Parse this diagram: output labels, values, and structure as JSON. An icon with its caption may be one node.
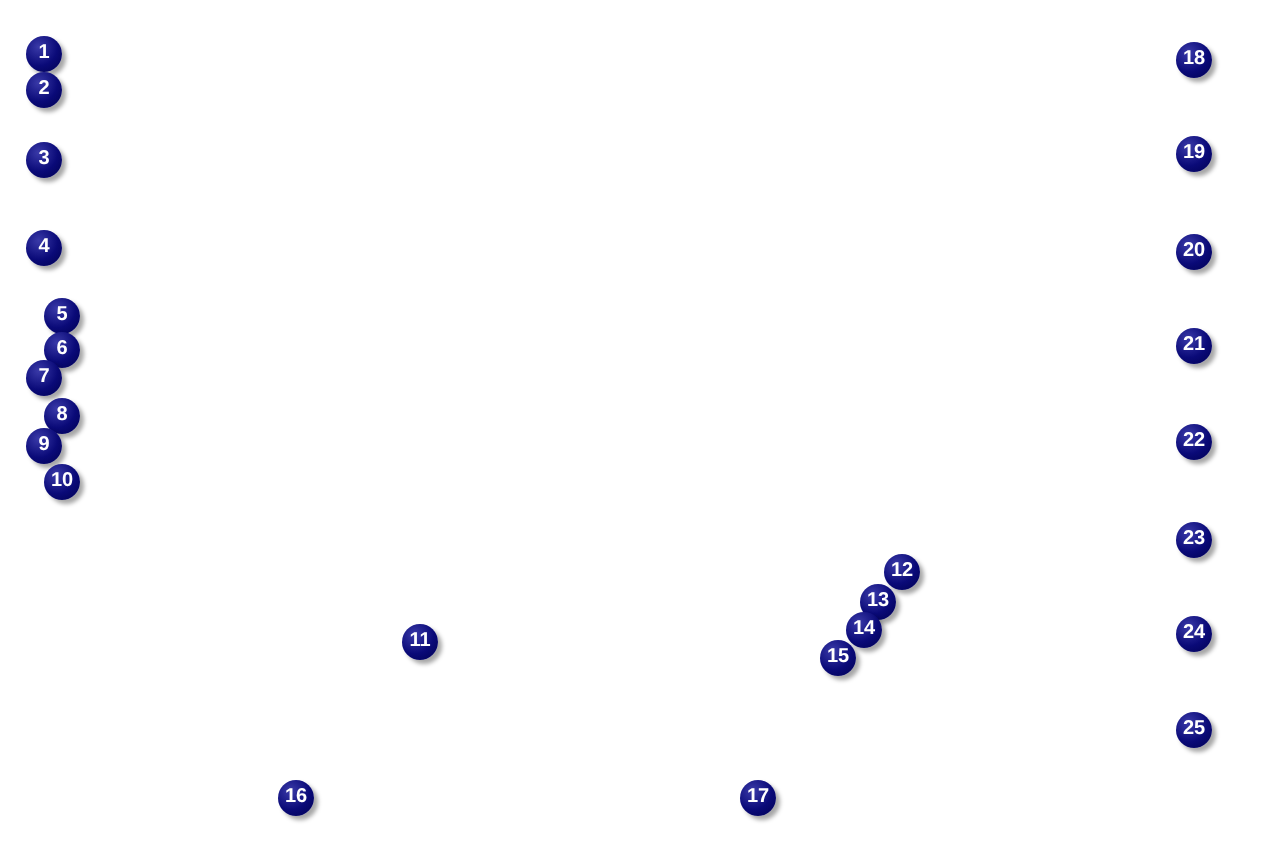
{
  "diagram": {
    "labels": [
      "1",
      "2",
      "3",
      "4",
      "5",
      "6",
      "7",
      "8",
      "9",
      "10",
      "11",
      "12",
      "13",
      "14",
      "15",
      "16",
      "17",
      "18",
      "19",
      "20",
      "21",
      "22",
      "23",
      "24",
      "25"
    ]
  }
}
